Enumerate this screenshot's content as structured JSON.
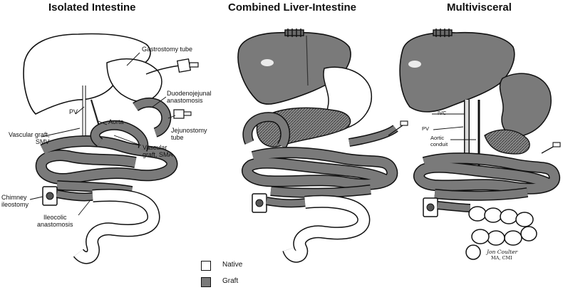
{
  "panels": [
    {
      "title": "Isolated Intestine"
    },
    {
      "title": "Combined Liver-Intestine"
    },
    {
      "title": "Multivisceral"
    }
  ],
  "labels": {
    "gastrostomy": "Gastrostomy tube",
    "duodenojejunal": "Duodenojejunal\nanastomosis",
    "pv": "PV",
    "aorta": "Aorta",
    "vascular_smv": "Vascular graft,\nSMV",
    "jejunostomy": "Jejunostomy\ntube",
    "vascular_sma": "Vascular\ngraft, SMA",
    "chimney": "Chimney\nileostomy",
    "ileocolic": "Ileocolic\nanastomosis",
    "ivc": "IVC",
    "pv3": "PV",
    "aortic_conduit": "Aortic\nconduit"
  },
  "legend": {
    "native_label": "Native",
    "graft_label": "Graft",
    "native_color": "#ffffff",
    "graft_color": "#7a7a7a"
  },
  "signature": {
    "line1": "Jon Coulter",
    "line2": "MA, CMI"
  }
}
